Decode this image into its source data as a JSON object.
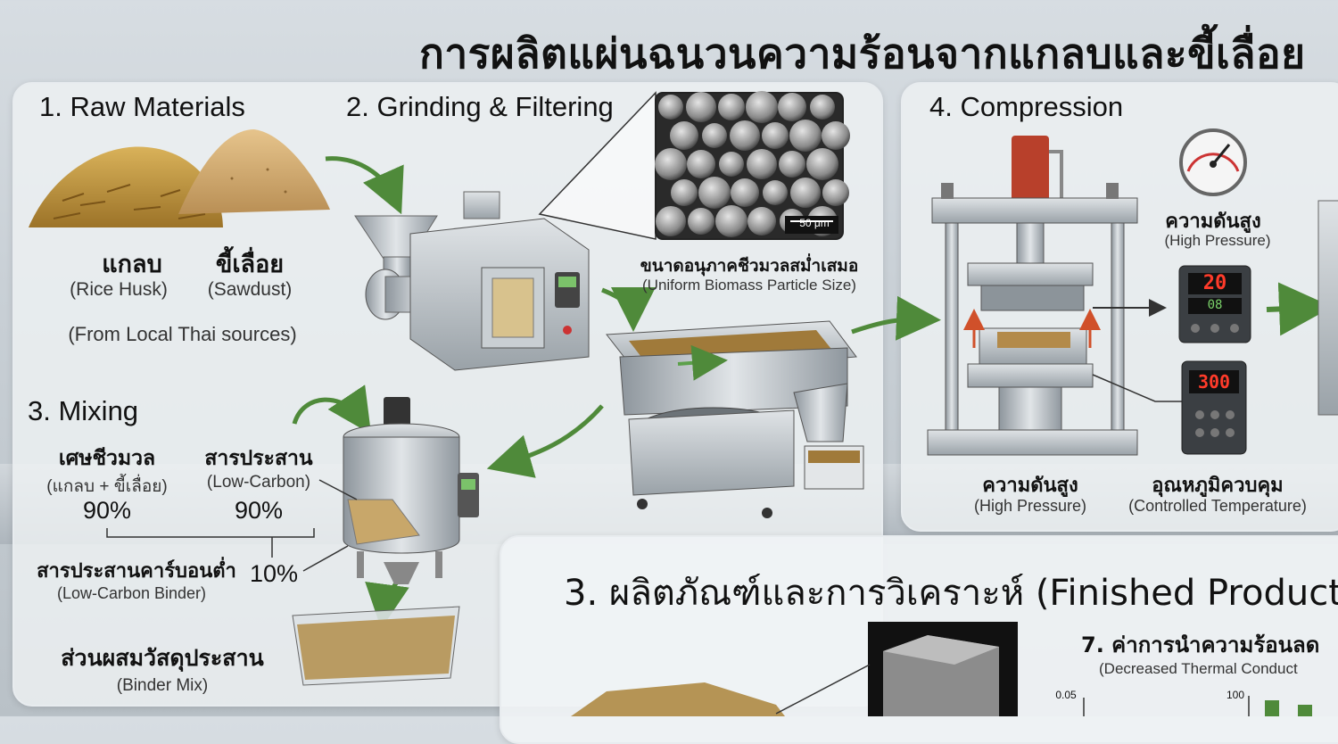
{
  "title": "การผลิตแผ่นฉนวนความร้อนจากแกลบและขี้เลื่อย",
  "steps": {
    "raw": "1. Raw Materials",
    "grinding": "2. Grinding & Filtering",
    "mixing": "3. Mixing",
    "compression": "4. Compression"
  },
  "raw": {
    "husk_th": "แกลบ",
    "husk_en": "(Rice Husk)",
    "saw_th": "ขี้เลื่อย",
    "saw_en": "(Sawdust)",
    "source": "(From Local Thai sources)"
  },
  "grinding": {
    "scale": "50 μm",
    "particle_th": "ขนาดอนุภาคชีวมวลสม่ำเสมอ",
    "particle_en": "(Uniform Biomass Particle Size)"
  },
  "mixing": {
    "biomass_th": "เศษชีวมวล",
    "biomass_en": "(แกลบ + ขี้เลื่อย)",
    "biomass_pct": "90%",
    "binder_th": "สารประสาน",
    "binder_en": "(Low-Carbon)",
    "binder_pct": "90%",
    "lowc_th": "สารประสานคาร์บอนต่ำ",
    "lowc_en": "(Low-Carbon Binder)",
    "lowc_pct": "10%",
    "mix_th": "ส่วนผสมวัสดุประสาน",
    "mix_en": "(Binder Mix)"
  },
  "compression": {
    "hp_th": "ความดันสูง",
    "hp_en": "(High Pressure)",
    "display1": "20",
    "display1_sub": "08",
    "display2": "300",
    "bottom_hp_th": "ความดันสูง",
    "bottom_hp_en": "(High Pressure)",
    "temp_th": "อุณหภูมิควบคุม",
    "temp_en": "(Controlled Temperature)"
  },
  "finished": {
    "heading": "3. ผลิตภัณฑ์และการวิเคราะห์ (Finished Product",
    "thermal_th": "7. ค่าการนำความร้อนลด",
    "thermal_en": "(Decreased Thermal Conduct",
    "axis1": "0.05",
    "axis2": "100"
  },
  "colors": {
    "arrow_green": "#4f8a3a",
    "steel": "#a9b0b6",
    "cylinder_red": "#b8402b"
  }
}
